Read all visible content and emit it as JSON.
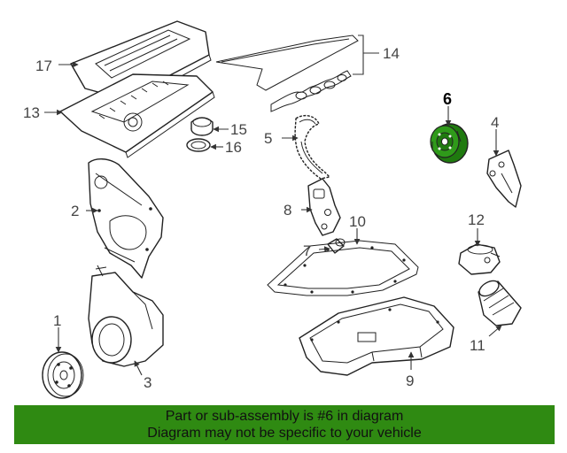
{
  "diagram": {
    "highlighted_part": "6",
    "callouts": {
      "p1": "1",
      "p2": "2",
      "p3": "3",
      "p4": "4",
      "p5": "5",
      "p6": "6",
      "p7": "7",
      "p8": "8",
      "p9": "9",
      "p10": "10",
      "p11": "11",
      "p12": "12",
      "p13": "13",
      "p14": "14",
      "p15": "15",
      "p16": "16",
      "p17": "17"
    },
    "colors": {
      "banner": "#2f8a12",
      "highlight": "#1f7a0f",
      "line": "#222222"
    }
  },
  "banner": {
    "line1": "Part or sub-assembly is #6 in diagram",
    "line2": "Diagram may not be specific to your vehicle"
  }
}
